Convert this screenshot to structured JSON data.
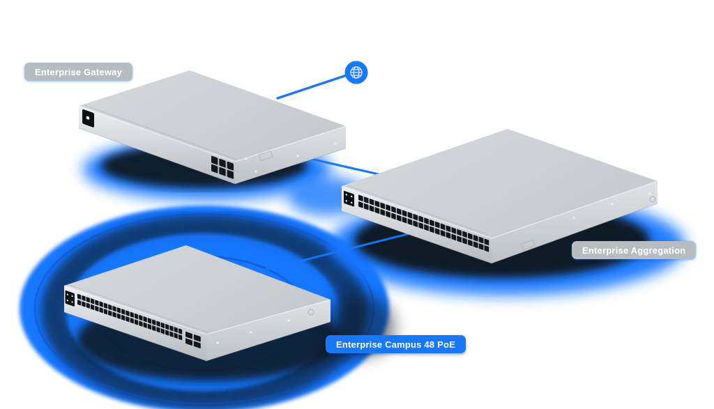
{
  "diagram": {
    "title_labels": {
      "gateway": "Enterprise Gateway",
      "aggregation": "Enterprise Aggregation",
      "campus": "Enterprise Campus 48 PoE"
    },
    "devices": [
      {
        "id": "gateway",
        "label": "Enterprise Gateway",
        "label_style": "gray",
        "ports": {
          "rows": 2,
          "cols": 3
        }
      },
      {
        "id": "aggregation",
        "label": "Enterprise Aggregation",
        "label_style": "gray",
        "ports": {
          "rows": 2,
          "cols": 24
        }
      },
      {
        "id": "campus",
        "label": "Enterprise Campus 48 PoE",
        "label_style": "blue",
        "ports": {
          "rows": 2,
          "cols": 24
        },
        "uplink_ports": {
          "rows": 2,
          "cols": 2
        }
      }
    ],
    "icons": {
      "internet": "globe-icon"
    },
    "connections": [
      {
        "from": "gateway",
        "to": "internet"
      },
      {
        "from": "gateway",
        "to": "aggregation"
      },
      {
        "from": "aggregation",
        "to": "campus"
      }
    ],
    "colors": {
      "background": "#FFFFFF",
      "accent_blue": "#1677FF",
      "chip_gray": "#B7BCC3",
      "chip_text": "#FFFFFF",
      "shadow_navy": "#09121F",
      "globe_glyph": "#D9E6FF",
      "port_dark": "#14171C"
    }
  }
}
